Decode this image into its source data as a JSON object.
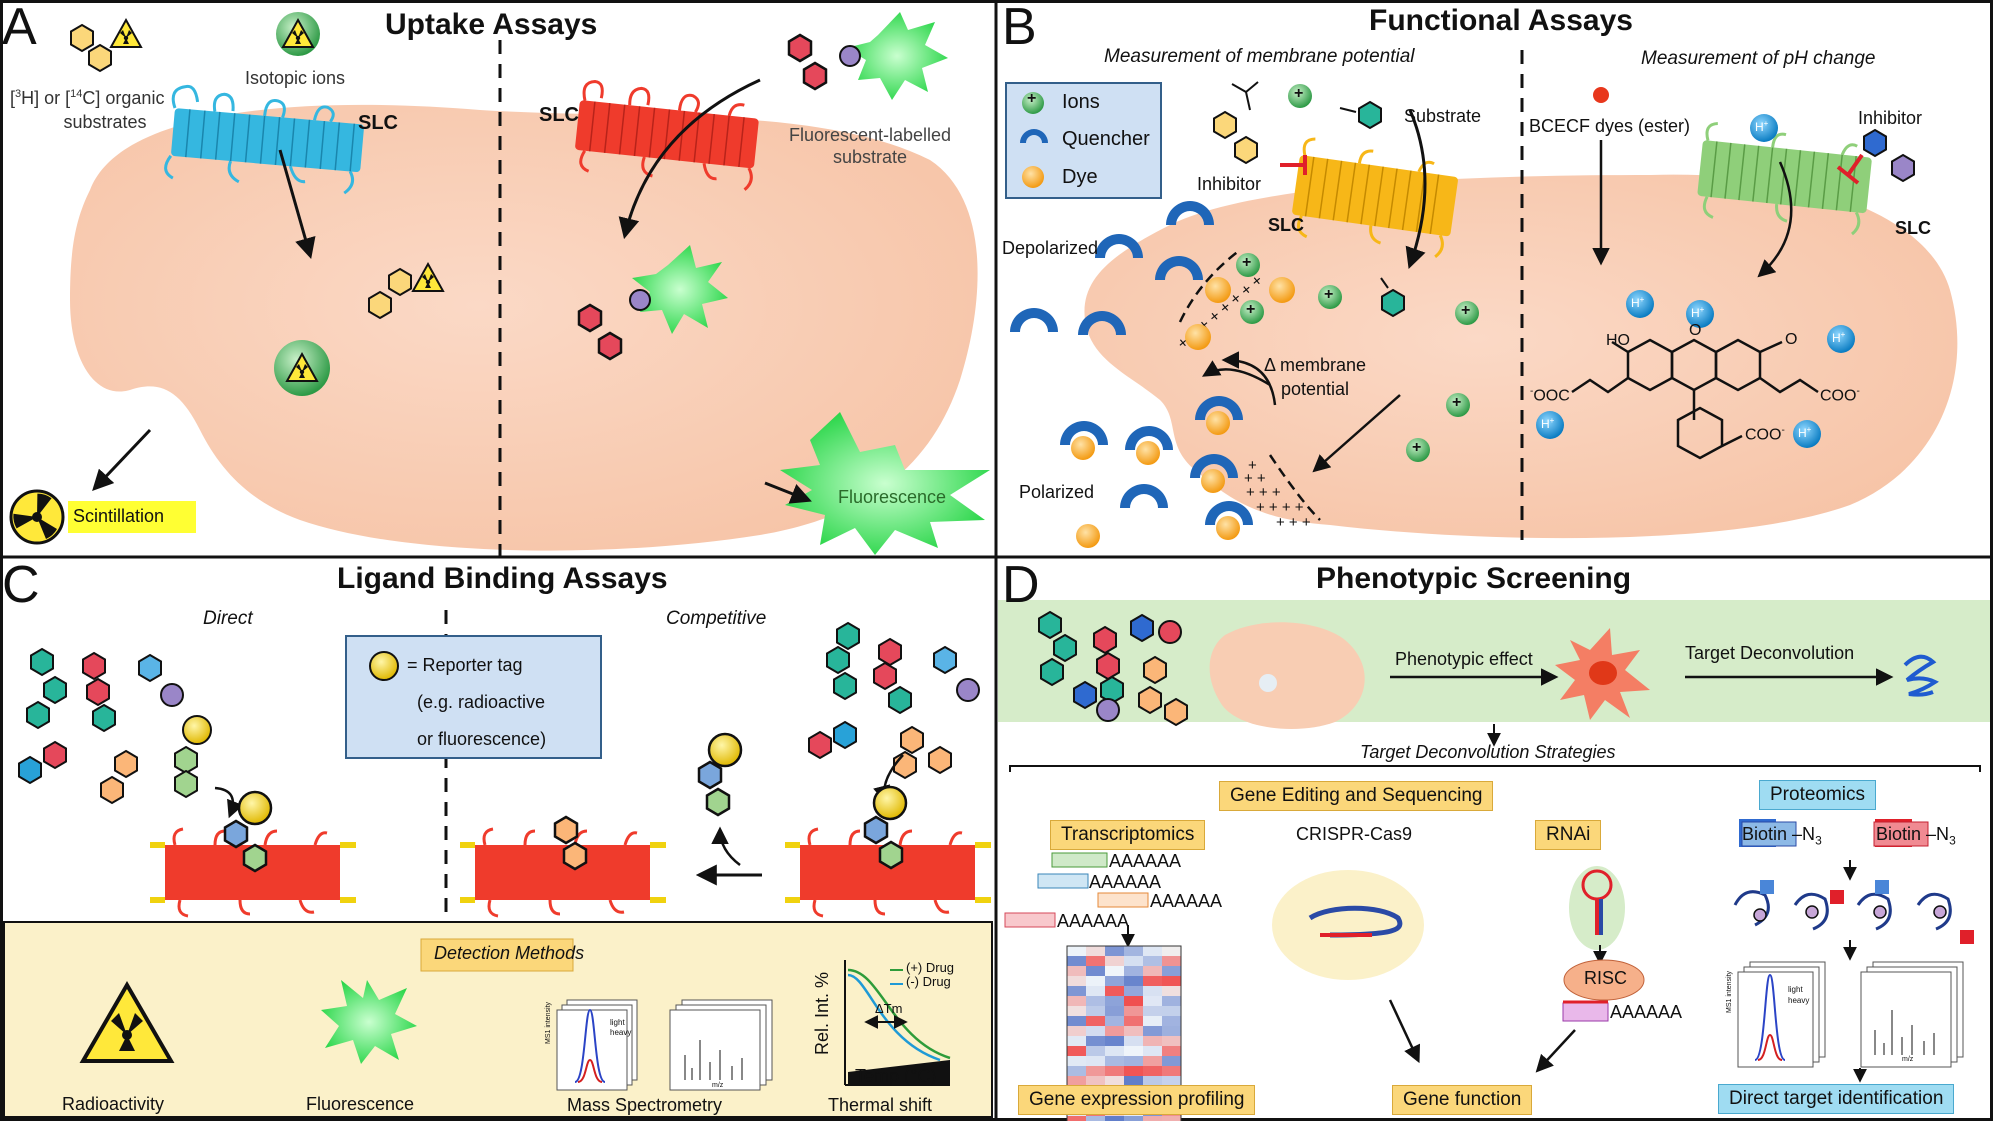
{
  "panels": {
    "A": {
      "letter": "A",
      "title": "Uptake Assays",
      "isotopic_ions": "Isotopic ions",
      "organic_line1_pre": "[",
      "organic_line1_sup1": "3",
      "organic_line1_mid": "H] or  [",
      "organic_line1_sup2": "14",
      "organic_line1_post": "C] organic",
      "organic_line2": "substrates",
      "slc_left": "SLC",
      "slc_right": "SLC",
      "fluor_substrate_l1": "Fluorescent-labelled",
      "fluor_substrate_l2": "substrate",
      "scintillation": "Scintillation",
      "fluorescence": "Fluorescence"
    },
    "B": {
      "letter": "B",
      "title": "Functional Assays",
      "subtitle_left": "Measurement of membrane potential",
      "subtitle_right": "Measurement of pH change",
      "legend": [
        "Ions",
        "Quencher",
        "Dye"
      ],
      "inhibitor_left": "Inhibitor",
      "substrate": "Substrate",
      "slc_left": "SLC",
      "depolarized": "Depolarized",
      "polarized": "Polarized",
      "delta_l1": "Δ membrane",
      "delta_l2": "potential",
      "bcecf": "BCECF dyes (ester)",
      "inhibitor_right": "Inhibitor",
      "slc_right": "SLC",
      "hplus": "H",
      "hplus_sup": "+",
      "ion_plus": "+",
      "chem_ho": "HO",
      "chem_o_ring": "O",
      "chem_o_keto": "O",
      "chem_coo_left_sup": "-",
      "chem_coo_left": "OOC",
      "chem_coo_right": "COO",
      "chem_coo_right_sup": "-",
      "chem_coo_bottom": "COO",
      "chem_coo_bottom_sup": "-"
    },
    "C": {
      "letter": "C",
      "title": "Ligand Binding Assays",
      "direct": "Direct",
      "competitive": "Competitive",
      "reporter_l1": "= Reporter tag",
      "reporter_l2": "(e.g. radioactive",
      "reporter_l3": "or fluorescence)",
      "detection_methods": "Detection Methods",
      "methods": [
        "Radioactivity",
        "Fluorescence",
        "Mass Spectrometry",
        "Thermal shift"
      ],
      "ms_ylabel": "MS1 intensity",
      "ms_light": "light",
      "ms_heavy": "heavy",
      "ms_xlabel": "m/z",
      "thermal_ylabel": "Rel. Int. %",
      "thermal_xlabel": "Temp (°C)",
      "thermal_plus": "(+) Drug",
      "thermal_minus": "(-) Drug",
      "thermal_dtm": "ΔTm"
    },
    "D": {
      "letter": "D",
      "title": "Phenotypic Screening",
      "phenotypic_effect": "Phenotypic effect",
      "target_deconvolution": "Target Deconvolution",
      "strategies": "Target Deconvolution Strategies",
      "gene_editing": "Gene Editing and Sequencing",
      "proteomics": "Proteomics",
      "transcriptomics": "Transcriptomics",
      "crispr": "CRISPR-Cas9",
      "rnai": "RNAi",
      "polyA": "AAAAAA",
      "risc": "RISC",
      "biotin": "Biotin",
      "n3": "–N",
      "n3_sub": "3",
      "ms_ylabel": "MS1 intensity",
      "ms_light": "light",
      "ms_heavy": "heavy",
      "ms_xlabel": "m/z",
      "gene_expression": "Gene expression profiling",
      "gene_function": "Gene function",
      "direct_target": "Direct target identification"
    }
  },
  "colors": {
    "cell": "#f8cdb3",
    "slc_blue": "#35b7e0",
    "slc_red": "#ef3b2c",
    "slc_yellow": "#f7b718",
    "slc_green": "#8fcf7a",
    "quencher": "#1f66b8",
    "dye": "#f6a821",
    "ion": "#4cb85c",
    "hplus": "#1a9ad6",
    "fluor": "#2fe04a",
    "detection_bg": "#fbf1c9",
    "green_band": "#d6ecc9",
    "orange_tag": "#fbd77a",
    "blue_tag": "#9fdcf2",
    "reporter_box": "#cfe0f3"
  },
  "icons": [
    "radiation-icon",
    "fluorescence-burst-icon",
    "ion-icon",
    "quencher-icon",
    "dye-icon",
    "transporter-icon",
    "arrow-icon",
    "molecule-icon"
  ]
}
